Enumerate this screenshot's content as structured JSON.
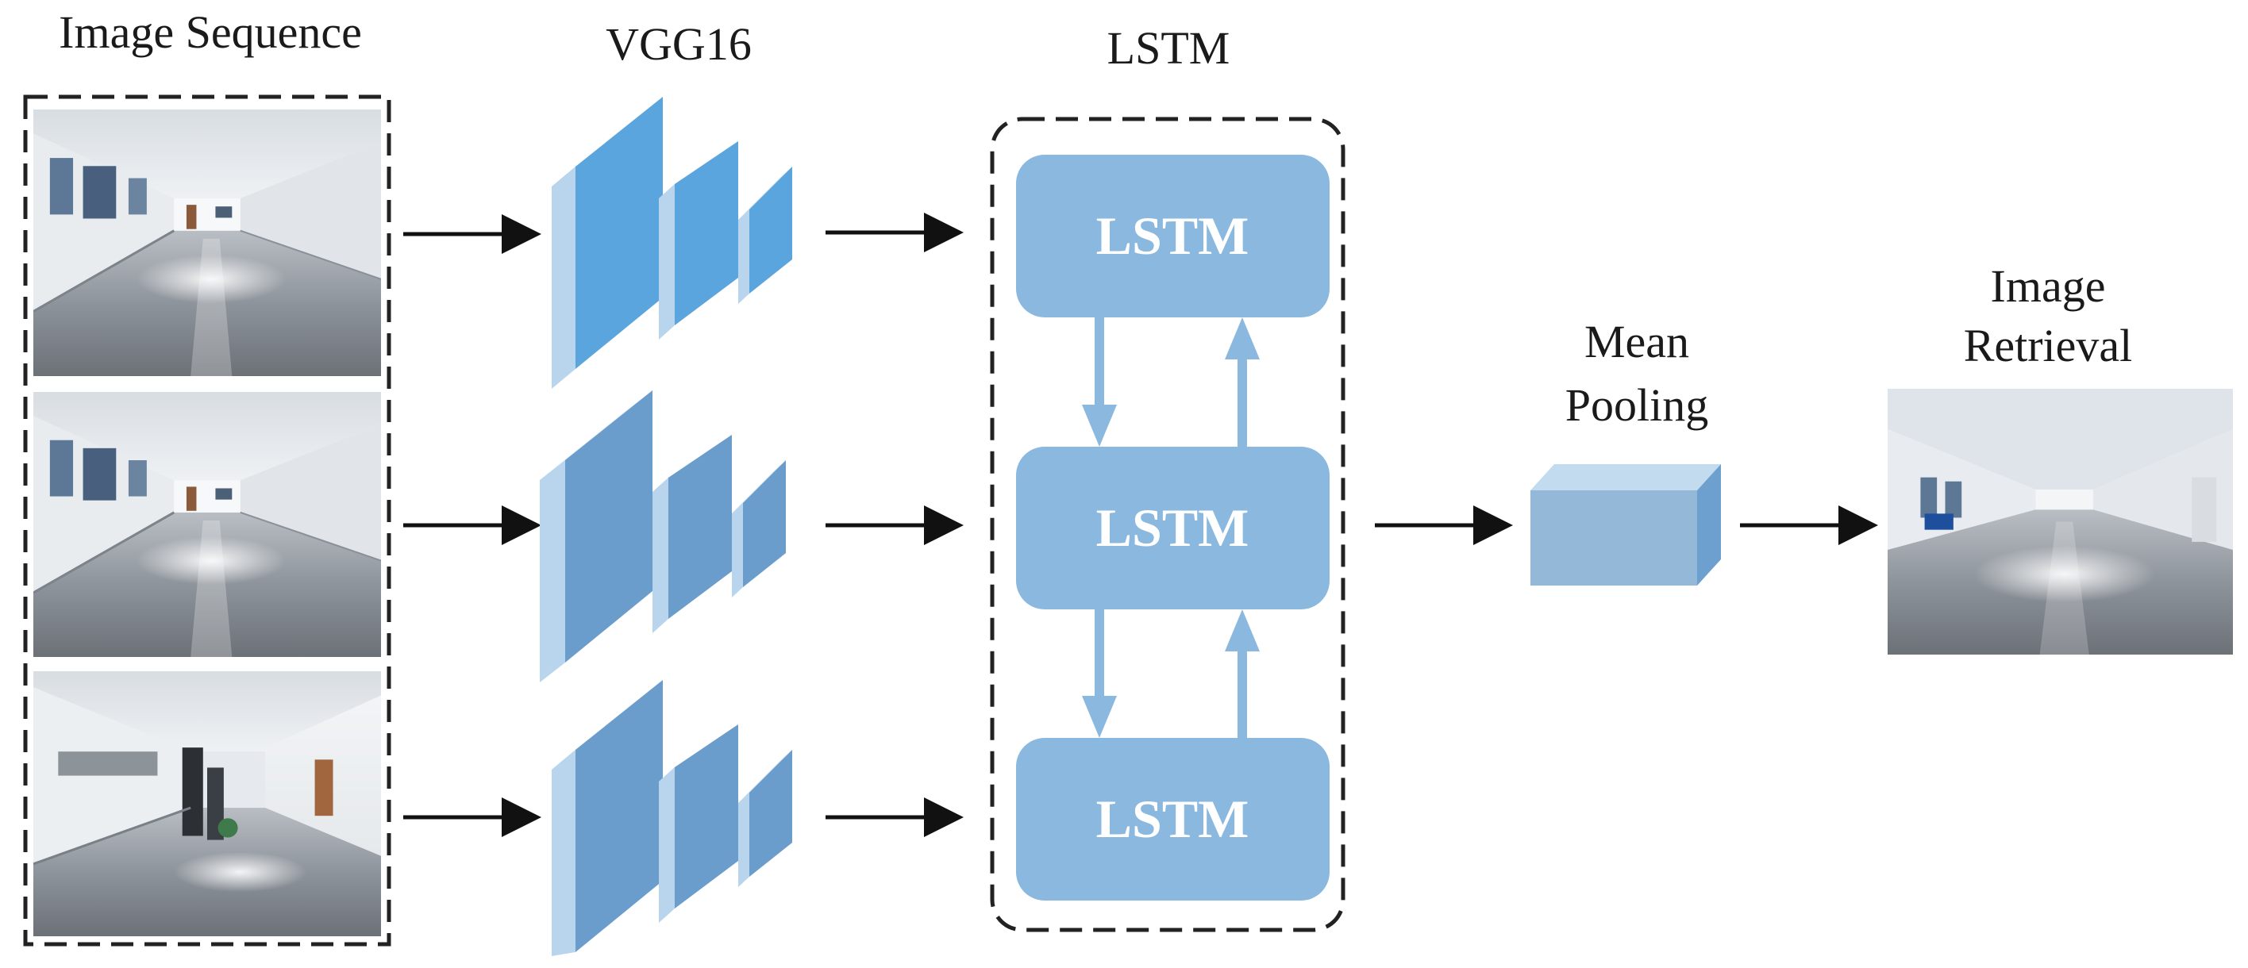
{
  "labels": {
    "image_sequence": "Image Sequence",
    "vgg16": "VGG16",
    "lstm_title": "LSTM",
    "mean_pooling_line1": "Mean",
    "mean_pooling_line2": "Pooling",
    "image_retrieval_line1": "Image",
    "image_retrieval_line2": "Retrieval"
  },
  "lstm_cells": [
    {
      "label": "LSTM"
    },
    {
      "label": "LSTM"
    },
    {
      "label": "LSTM"
    }
  ],
  "colors": {
    "lstm_box": "#8ab8df",
    "lstm_arrow": "#8ab8df",
    "vgg_front_top": "#5aa5dd",
    "vgg_front_other": "#6a9ccc",
    "vgg_side": "#b9d5ee",
    "pool_front": "#93b8d8",
    "pool_top": "#c3dbef",
    "pool_side": "#6d9fcf",
    "arrow": "#111111",
    "dashed_border": "#222222"
  },
  "icons": {
    "image_frames": "corridor-photo",
    "retrieval_image": "corridor-photo"
  }
}
